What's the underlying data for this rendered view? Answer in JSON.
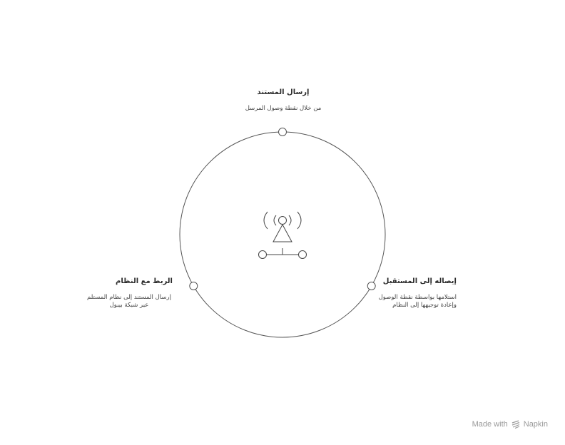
{
  "stages": [
    {
      "title": "إرسال المستند",
      "description": [
        "من خلال نقطة وصول المرسل"
      ]
    },
    {
      "title": "إيصاله إلى المستقبل",
      "description": [
        "استلامها بواسطة نقطة الوصول",
        "وإعادة توجيهها إلى النظام"
      ]
    },
    {
      "title": "الربط مع النظام",
      "description": [
        "إرسال المستند إلى نظام المستلم",
        "عبر شبكة بيبول"
      ]
    }
  ],
  "center_icon": "access-point-network-icon",
  "footer": {
    "made_with": "Made with",
    "brand": "Napkin",
    "brand_icon": "napkin-logo-icon"
  },
  "colors": {
    "line": "#555555",
    "text": "#2b2b2b",
    "footer": "#9a9a9a",
    "background": "#ffffff"
  }
}
